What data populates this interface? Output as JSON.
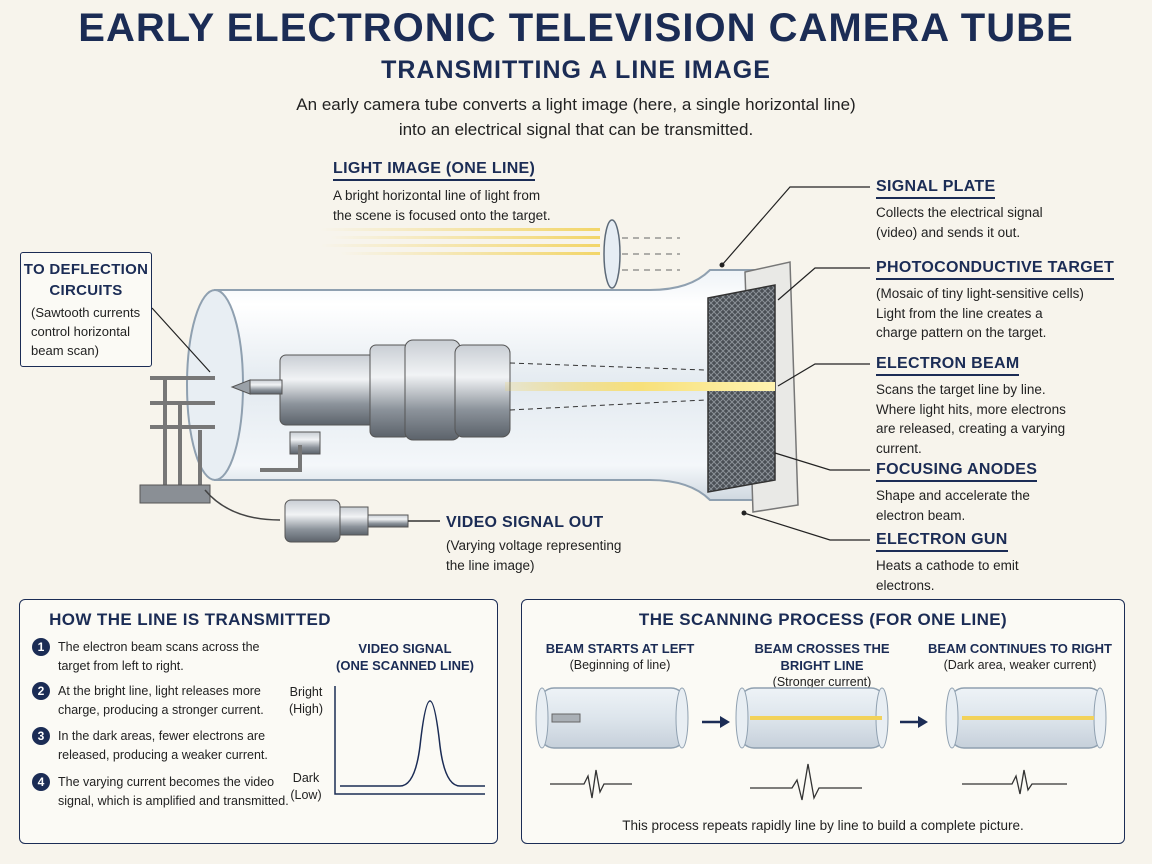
{
  "title": "EARLY ELECTRONIC TELEVISION CAMERA TUBE",
  "subtitle": "TRANSMITTING A LINE IMAGE",
  "intro": {
    "line1": "An early camera tube converts a light image (here, a single horizontal line)",
    "line2": "into an electrical signal that can be transmitted."
  },
  "labels": {
    "light_image": {
      "title": "LIGHT IMAGE (ONE LINE)",
      "body1": "A bright horizontal line of light from",
      "body2": "the scene is focused onto the target."
    },
    "deflection": {
      "title1": "TO DEFLECTION",
      "title2": "CIRCUITS",
      "body1": "(Sawtooth currents",
      "body2": "control horizontal",
      "body3": "beam scan)"
    },
    "signal_plate": {
      "title": "SIGNAL PLATE",
      "body1": "Collects the electrical signal",
      "body2": "(video) and sends it out."
    },
    "photo_target": {
      "title": "PHOTOCONDUCTIVE TARGET",
      "body1": "(Mosaic of tiny light-sensitive cells)",
      "body2": "Light from the line creates a",
      "body3": "charge pattern on the target."
    },
    "electron_beam": {
      "title": "ELECTRON BEAM",
      "body1": "Scans the target line by line.",
      "body2": "Where light hits, more electrons",
      "body3": "are released, creating a varying",
      "body4": "current."
    },
    "focusing": {
      "title": "FOCUSING ANODES",
      "body1": "Shape and accelerate the",
      "body2": "electron beam."
    },
    "gun": {
      "title": "ELECTRON GUN",
      "body1": "Heats a cathode to emit",
      "body2": "electrons."
    },
    "video_out": {
      "title": "VIDEO SIGNAL OUT",
      "body1": "(Varying voltage representing",
      "body2": "the line image)"
    }
  },
  "how_panel": {
    "title": "HOW THE LINE IS TRANSMITTED",
    "steps": [
      {
        "num": "1",
        "l1": "The electron beam scans across the",
        "l2": "target from left to right."
      },
      {
        "num": "2",
        "l1": "At the bright line, light releases more",
        "l2": "charge, producing a stronger current."
      },
      {
        "num": "3",
        "l1": "In the dark areas, fewer electrons are",
        "l2": "released, producing a weaker current."
      },
      {
        "num": "4",
        "l1": "The varying current becomes the video",
        "l2": "signal, which is amplified and transmitted."
      }
    ],
    "graph": {
      "title1": "VIDEO SIGNAL",
      "title2": "(ONE SCANNED LINE)",
      "bright1": "Bright",
      "bright2": "(High)",
      "dark1": "Dark",
      "dark2": "(Low)"
    }
  },
  "scan_panel": {
    "title": "THE SCANNING PROCESS (FOR ONE LINE)",
    "stages": [
      {
        "h1": "BEAM STARTS AT LEFT",
        "h2": "",
        "b": "(Beginning of line)"
      },
      {
        "h1": "BEAM CROSSES THE",
        "h2": "BRIGHT LINE",
        "b": "(Stronger current)"
      },
      {
        "h1": "BEAM CONTINUES TO RIGHT",
        "h2": "",
        "b": "(Dark area, weaker current)"
      }
    ],
    "footer": "This process repeats rapidly line by line to build a complete picture."
  },
  "colors": {
    "navy": "#1b2c55",
    "beam": "#f2d25a",
    "glass": "#dfe7ee"
  }
}
